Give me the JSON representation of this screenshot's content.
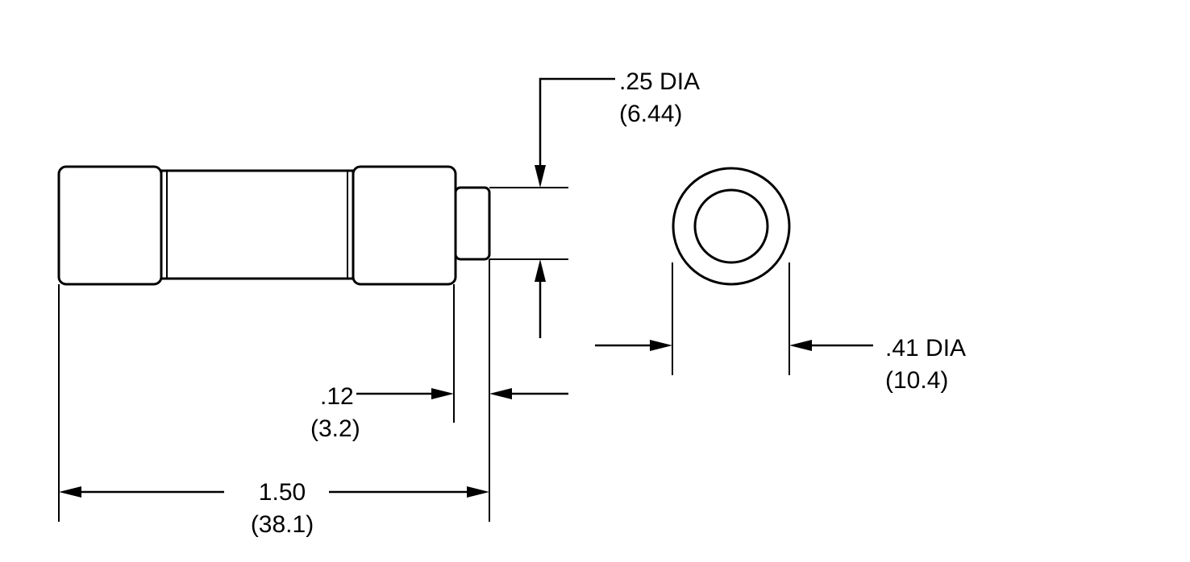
{
  "dimensions": {
    "terminal_dia": {
      "value": ".25 DIA",
      "metric": "(6.44)"
    },
    "body_dia": {
      "value": ".41 DIA",
      "metric": "(10.4)"
    },
    "terminal_length": {
      "value": ".12",
      "metric": "(3.2)"
    },
    "overall_length": {
      "value": "1.50",
      "metric": "(38.1)"
    }
  },
  "colors": {
    "line": "#000000",
    "background": "#ffffff"
  }
}
